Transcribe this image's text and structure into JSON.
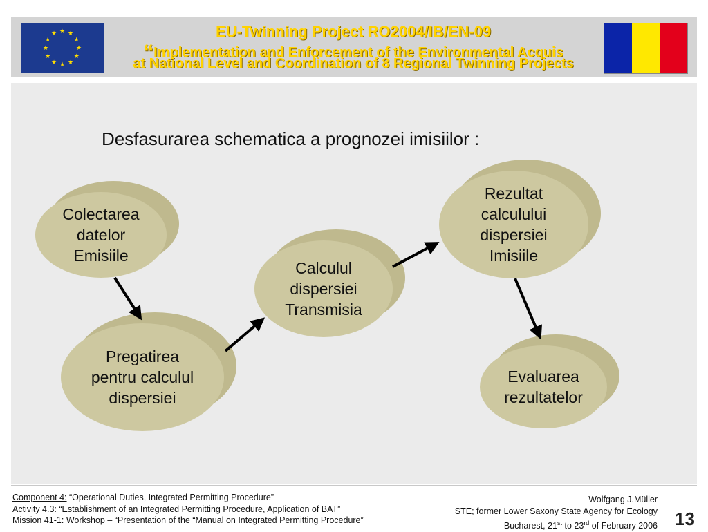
{
  "header": {
    "line1": "EU-Twinning  Project  RO2004/IB/EN-09",
    "line2_quote": "“",
    "line2": "Implementation and Enforcement of the Environmental Acquis",
    "line3": "at National Level and Coordination of 8 Regional Twinning Projects"
  },
  "colors": {
    "header_text": "#ffd200",
    "node_fill": "#cdc8a0",
    "node_shadow": "#bfb98e",
    "eu_blue": "#1c3a8f",
    "eu_star": "#ffdd00",
    "ro_blue": "#0b24a8",
    "ro_yellow": "#ffe800",
    "ro_red": "#e3001b"
  },
  "diagram": {
    "title": "Desfasurarea schematica a prognozei imisiilor :",
    "nodes": [
      {
        "id": "colectarea",
        "lines": [
          "Colectarea",
          "datelor",
          "Emisiile"
        ]
      },
      {
        "id": "pregatirea",
        "lines": [
          "Pregatirea",
          "pentru calculul",
          "dispersiei"
        ]
      },
      {
        "id": "calculul",
        "lines": [
          "Calculul",
          "dispersiei",
          "Transmisia"
        ]
      },
      {
        "id": "rezultat",
        "lines": [
          "Rezultat",
          "calculului",
          "dispersiei",
          "Imisiile"
        ]
      },
      {
        "id": "evaluarea",
        "lines": [
          "Evaluarea",
          "rezultatelor"
        ]
      }
    ]
  },
  "footer": {
    "component_label": "Component 4:",
    "component_text": " “Operational Duties, Integrated Permitting Procedure”",
    "activity_label": "Activity 4.3:",
    "activity_text": " “Establishment of an Integrated Permitting Procedure, Application of BAT”",
    "mission_label": "Mission 41-1:",
    "mission_text": " Workshop – “Presentation of the “Manual on Integrated Permitting Procedure”",
    "author": "Wolfgang J.Müller",
    "affiliation": "STE; former Lower Saxony State Agency for Ecology",
    "date_prefix": "Bucharest, 21",
    "date_sup1": "st",
    "date_mid": " to 23",
    "date_sup2": "rd",
    "date_suffix": " of February 2006",
    "page_number": "13"
  }
}
